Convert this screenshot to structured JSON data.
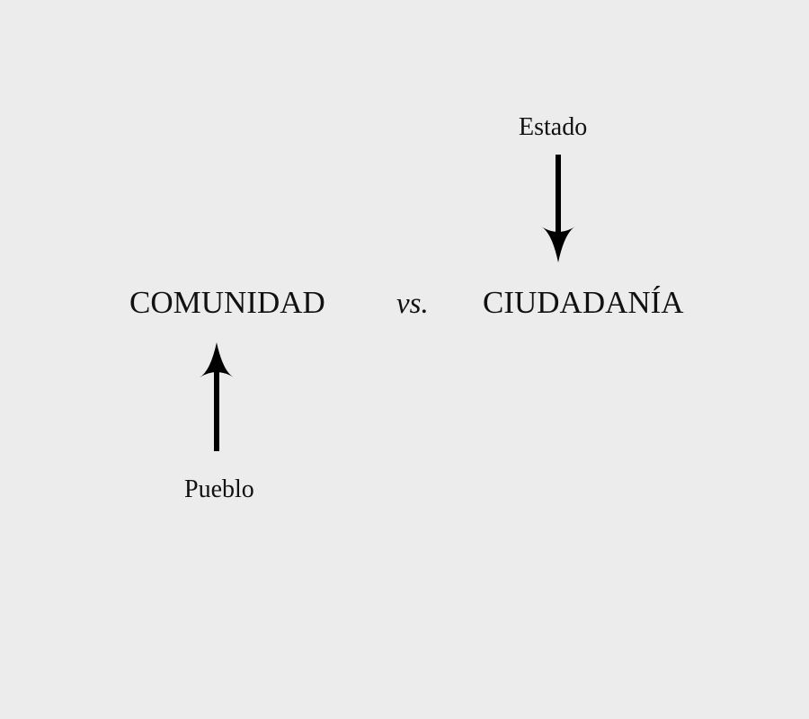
{
  "diagram": {
    "left_term": "COMUNIDAD",
    "connector": "vs.",
    "right_term": "CIUDADANÍA",
    "top_label": "Estado",
    "bottom_label": "Pueblo"
  },
  "colors": {
    "background": "#ececec",
    "text": "#111111",
    "arrow": "#000000"
  }
}
